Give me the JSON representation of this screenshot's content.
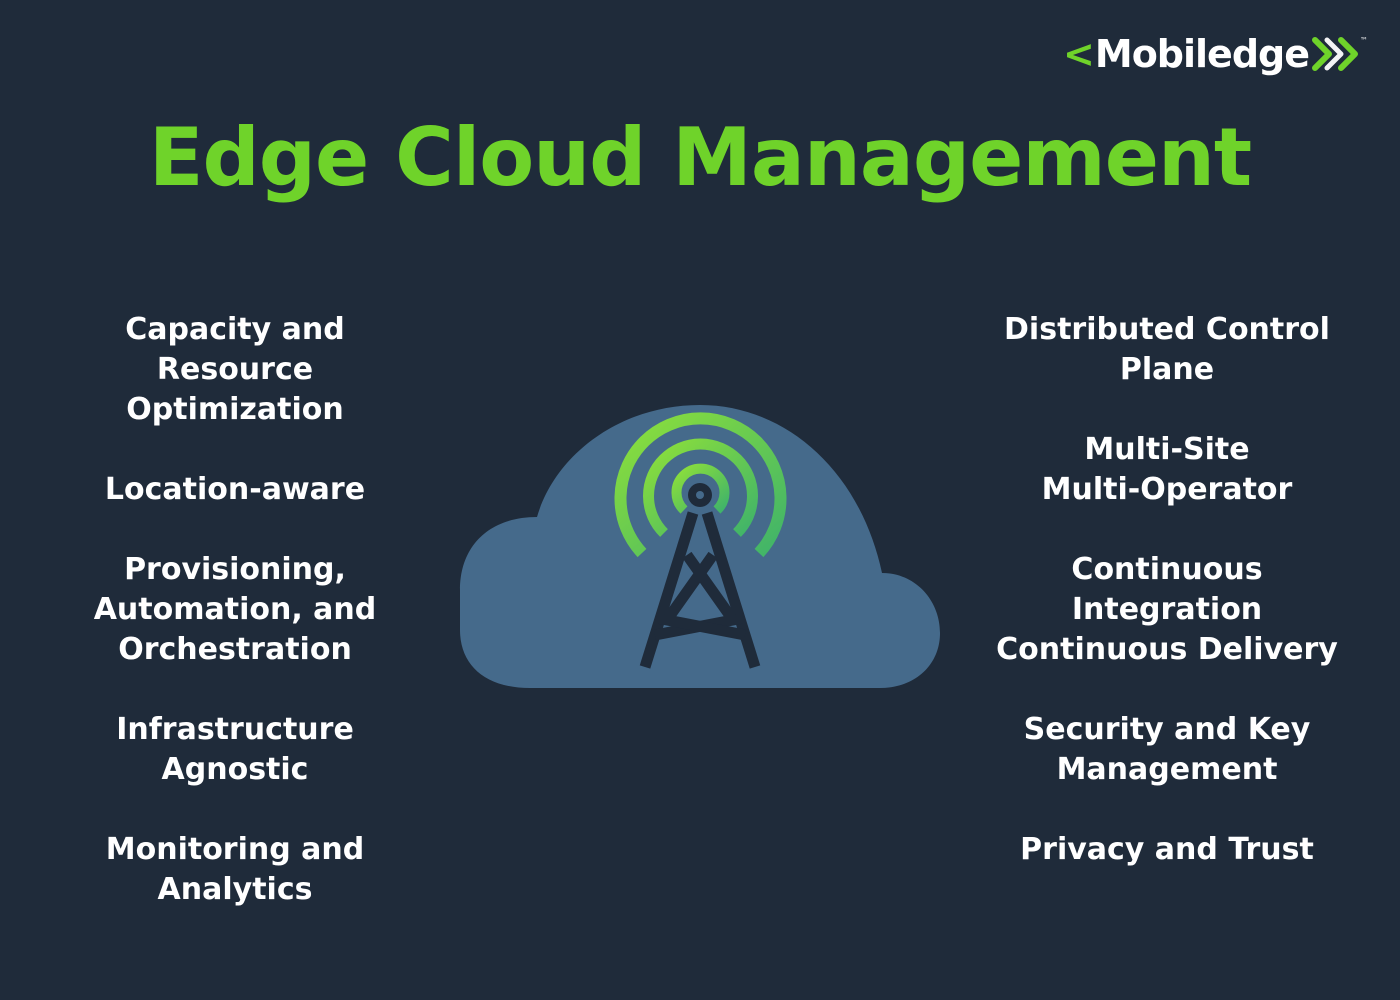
{
  "brand": {
    "logo_text": "Mobiledge",
    "trademark": "™",
    "accent": "#6fd32a",
    "background": "#1f2b3a",
    "cloud_color": "#456a8b",
    "tower_color": "#1f2b3a"
  },
  "title": "Edge Cloud Management",
  "left_features": [
    {
      "lines": [
        "Capacity and",
        "Resource",
        "Optimization"
      ]
    },
    {
      "lines": [
        "Location-aware"
      ]
    },
    {
      "lines": [
        "Provisioning,",
        "Automation, and",
        "Orchestration"
      ]
    },
    {
      "lines": [
        "Infrastructure",
        "Agnostic"
      ]
    },
    {
      "lines": [
        "Monitoring and",
        "Analytics"
      ]
    }
  ],
  "right_features": [
    {
      "lines": [
        "Distributed Control",
        "Plane"
      ]
    },
    {
      "lines": [
        "Multi-Site",
        "Multi-Operator"
      ]
    },
    {
      "lines": [
        "Continuous",
        "Integration",
        "Continuous Delivery"
      ]
    },
    {
      "lines": [
        "Security and Key",
        "Management"
      ]
    },
    {
      "lines": [
        "Privacy and Trust"
      ]
    }
  ],
  "icons": {
    "center": "cloud-icon",
    "antenna": "cell-tower-icon",
    "signal": "signal-waves-icon",
    "logo_mark": "logo-x-icon"
  }
}
